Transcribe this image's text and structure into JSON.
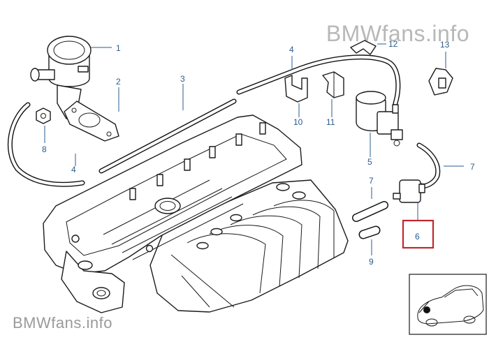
{
  "watermark": {
    "top": "BMWfans.info",
    "bottom": "BMWfans.info"
  },
  "callouts": {
    "c1": "1",
    "c2": "2",
    "c3": "3",
    "c4a": "4",
    "c4b": "4",
    "c5": "5",
    "c6": "6",
    "c7a": "7",
    "c7b": "7",
    "c8": "8",
    "c9": "9",
    "c10": "10",
    "c11": "11",
    "c12": "12",
    "c13": "13"
  },
  "colors": {
    "callout": "#2a5b8c",
    "highlight": "#c0282d",
    "watermark": "#b8b8b8"
  },
  "highlighted_part": "6"
}
